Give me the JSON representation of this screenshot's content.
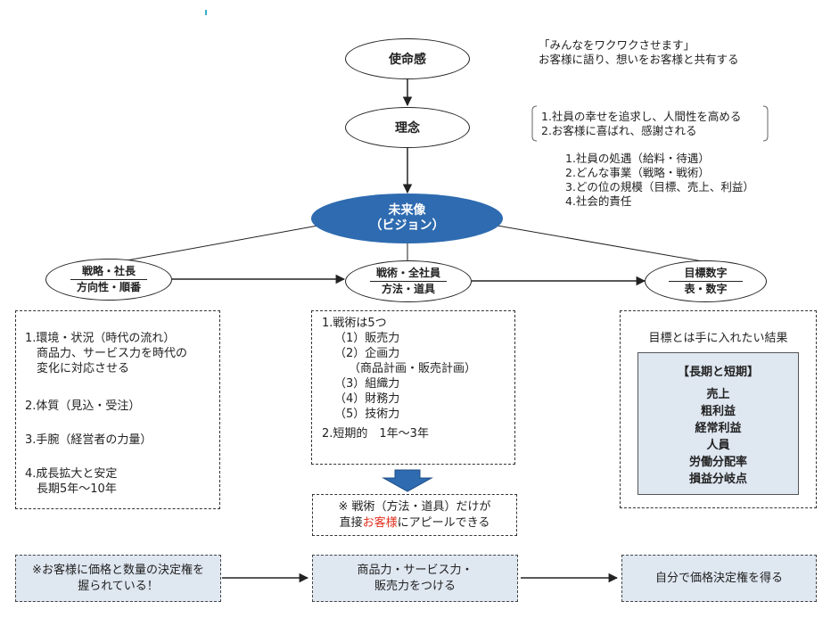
{
  "ovals": {
    "mission": "使命感",
    "philosophy": "理念",
    "vision_line1": "未来像",
    "vision_line2": "（ビジョン）",
    "strategy_top": "戦略・社長",
    "strategy_bottom": "方向性・順番",
    "tactics_top": "戦術・全社員",
    "tactics_bottom": "方法・道具",
    "target_top": "目標数字",
    "target_bottom": "表・数字"
  },
  "mission_note": [
    "「みんなをワクワクさせます」",
    "お客様に語り、想いをお客様と共有する"
  ],
  "philosophy_note": [
    "1.社員の幸せを追求し、人間性を高める",
    "2.お客様に喜ばれ、感謝される"
  ],
  "vision_note": [
    "1.社員の処遇（給料・待遇）",
    "2.どんな事業（戦略・戦術）",
    "3.どの位の規模（目標、売上、利益）",
    "4.社会的責任"
  ],
  "strategy_box": {
    "item1": [
      "1.環境・状況（時代の流れ）",
      "　商品力、サービス力を時代の",
      "　変化に対応させる"
    ],
    "item2": "2.体質（見込・受注）",
    "item3": "3.手腕（経営者の力量）",
    "item4": [
      "4.成長拡大と安定",
      "　長期5年〜10年"
    ]
  },
  "tactics_box": {
    "heading": "1.戦術は5つ",
    "p1": "（1）販売力",
    "p2": "（2）企画力",
    "p2_sub": "（商品計画・販売計画）",
    "p3": "（3）組織力",
    "p4": "（4）財務力",
    "p5": "（5）技術力",
    "short": "2.短期的　1年〜3年"
  },
  "target_box": {
    "caption": "目標とは手に入れたい結果",
    "heading": "【長期と短期】",
    "items": [
      "売上",
      "粗利益",
      "経常利益",
      "人員",
      "労働分配率",
      "損益分岐点"
    ]
  },
  "appeal": {
    "line1": "※ 戦術（方法・道具）だけが",
    "line2_pre": "直接",
    "line2_red": "お客様",
    "line2_post": "にアピールできる"
  },
  "bottom": {
    "left": [
      "※お客様に価格と数量の決定権を",
      "握られている！"
    ],
    "middle": [
      "商品力・サービス力・",
      "販売力をつける"
    ],
    "right": "自分で価格決定権を得る"
  },
  "colors": {
    "vision": "#2e6bb0",
    "arrow_blue": "#2e6bb0",
    "highlight": "#e0301e",
    "panel": "#dfe7f1"
  }
}
